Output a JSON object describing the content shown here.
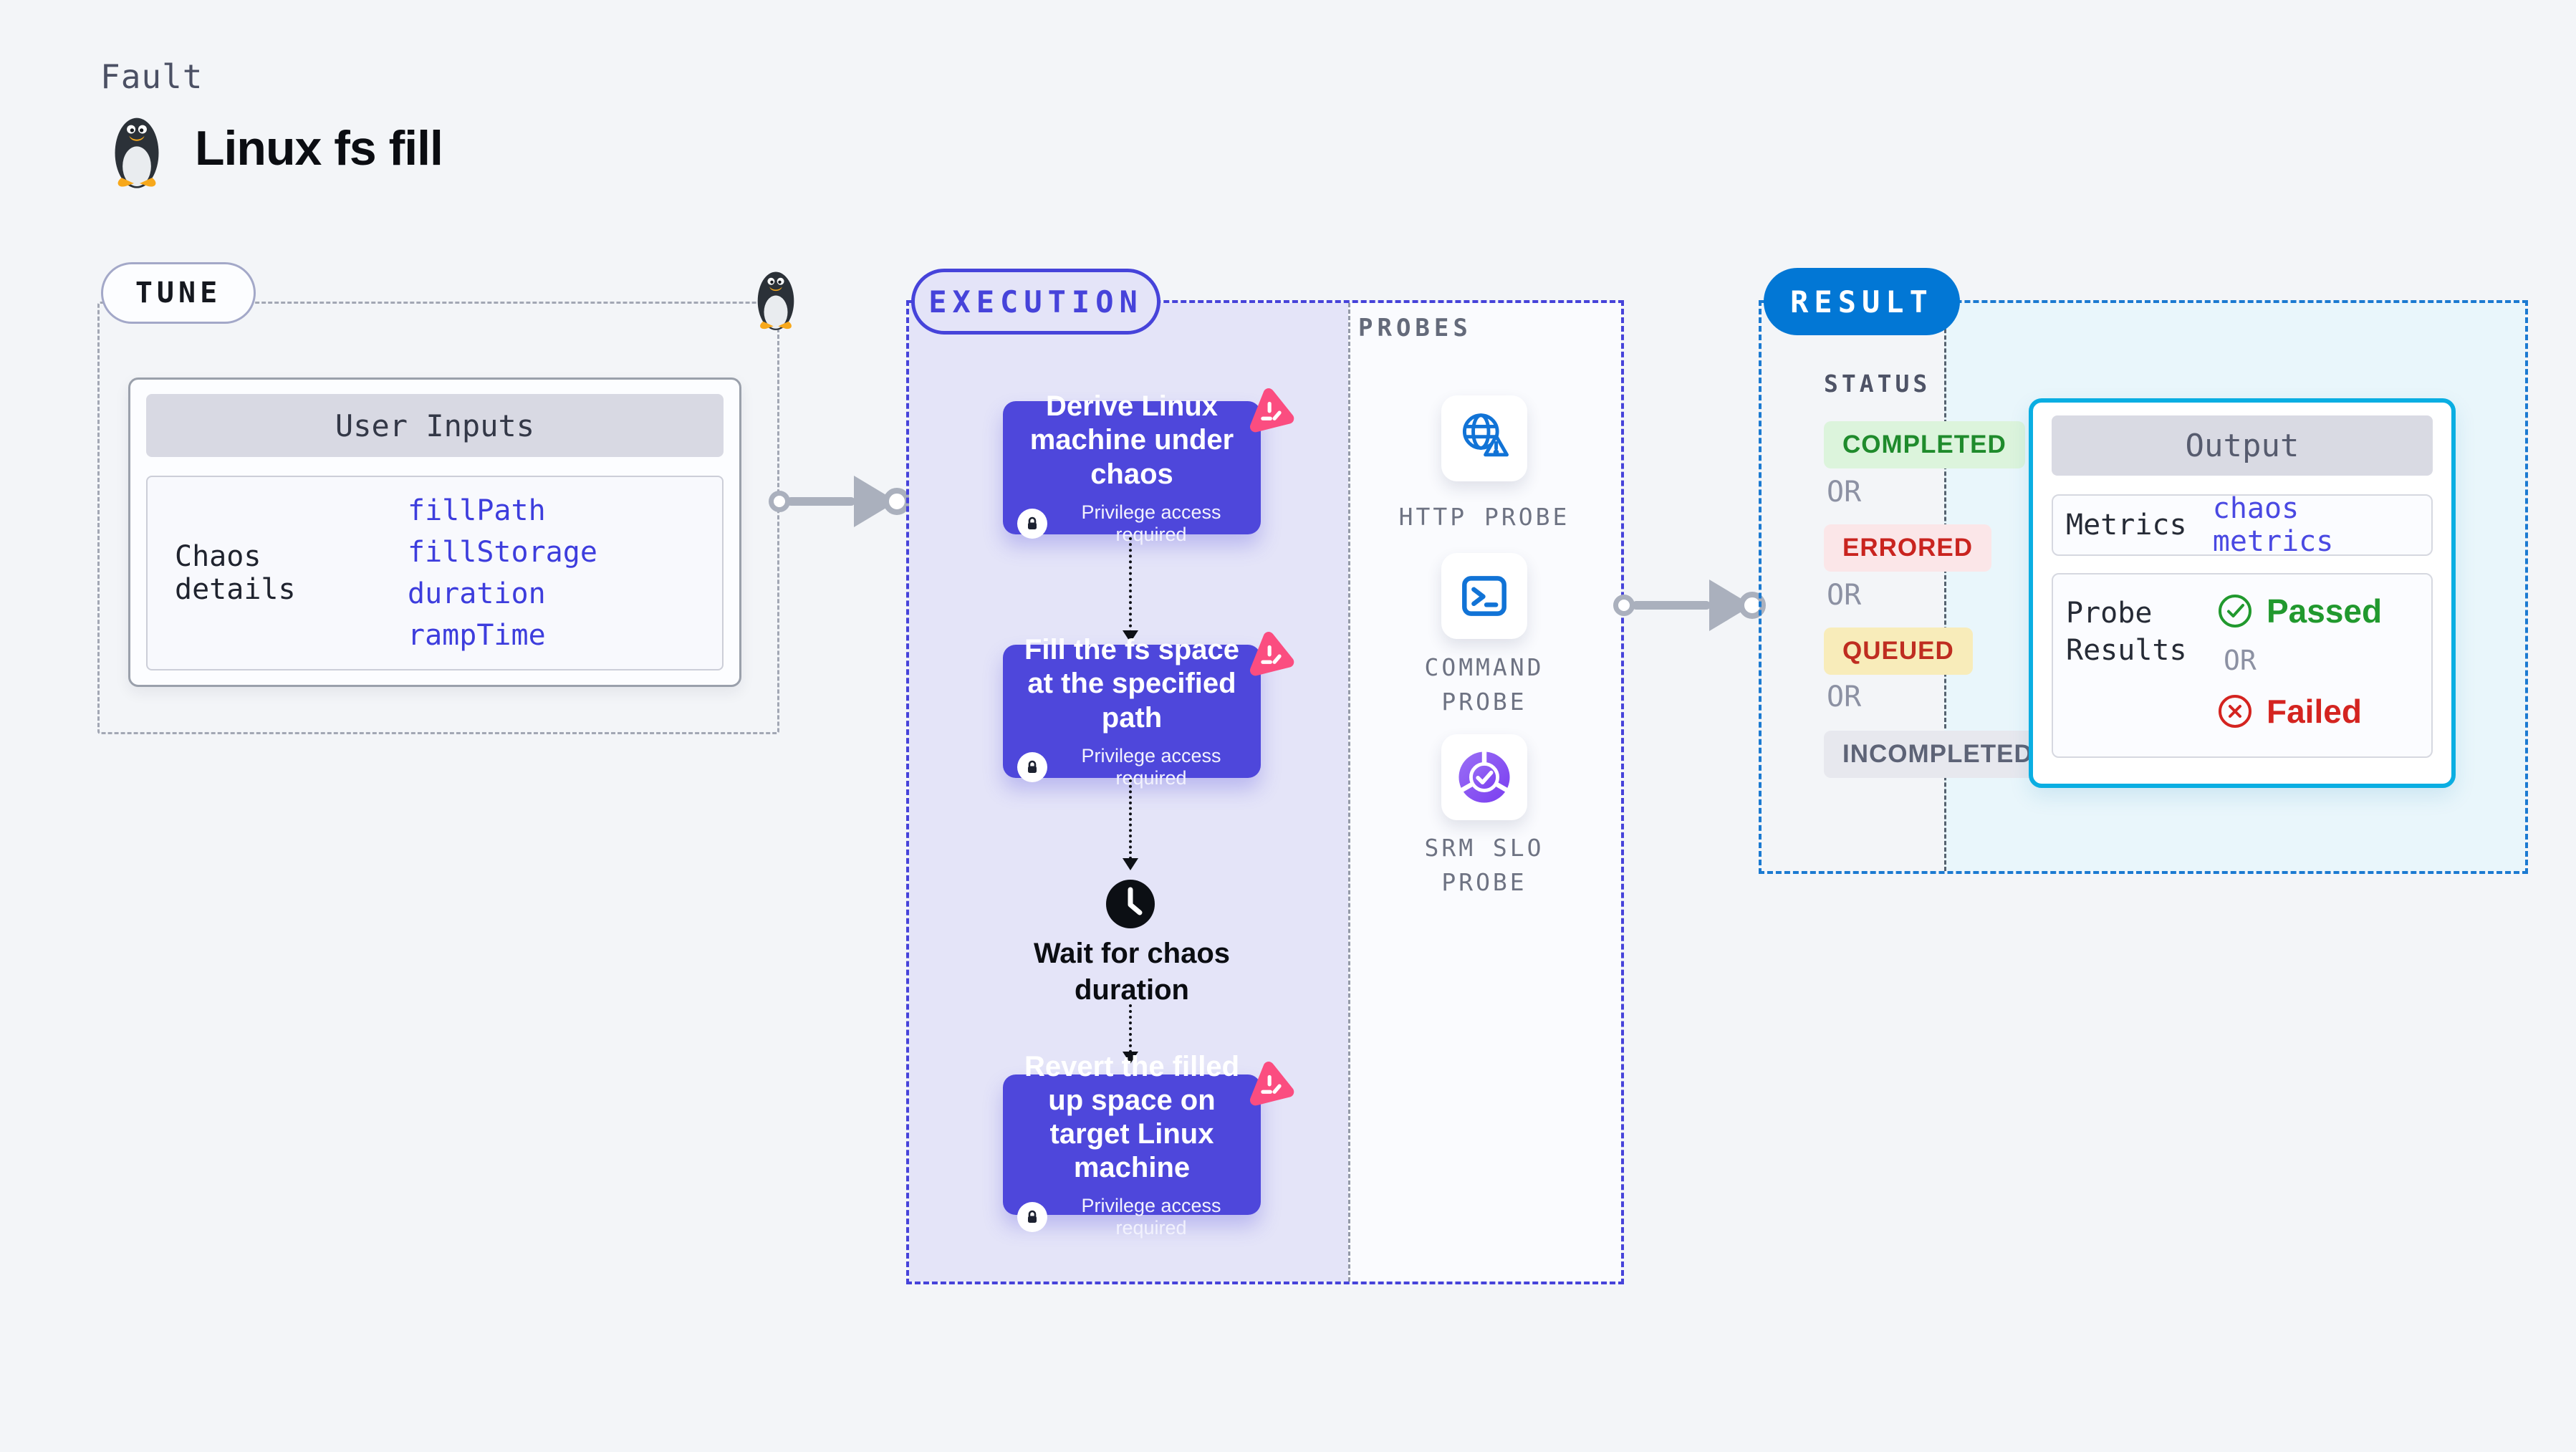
{
  "header": {
    "eyebrow": "Fault",
    "title": "Linux fs fill"
  },
  "tune": {
    "badge": "TUNE",
    "user_inputs": {
      "header": "User Inputs",
      "row_label": "Chaos details",
      "inputs": [
        "fillPath",
        "fillStorage",
        "duration",
        "rampTime"
      ]
    }
  },
  "execution": {
    "badge": "EXECUTION",
    "steps": [
      {
        "title": "Derive Linux machine under chaos",
        "badge": "Privilege access required"
      },
      {
        "title": "Fill the fs space at the specified path",
        "badge": "Privilege access required"
      },
      {
        "title": "Revert the filled up space on target Linux machine",
        "badge": "Privilege access required"
      }
    ],
    "wait_label": "Wait for chaos duration"
  },
  "probes": {
    "label": "PROBES",
    "items": [
      {
        "label": "HTTP PROBE"
      },
      {
        "label": "COMMAND PROBE"
      },
      {
        "label": "SRM SLO PROBE"
      }
    ]
  },
  "result": {
    "badge": "RESULT",
    "status_label": "STATUS",
    "or_label": "OR",
    "statuses": [
      {
        "label": "COMPLETED",
        "text_color": "#1f8b2c",
        "bg_color": "#dcf4dc"
      },
      {
        "label": "ERRORED",
        "text_color": "#c9241f",
        "bg_color": "#fbe6e8"
      },
      {
        "label": "QUEUED",
        "text_color": "#bf2d20",
        "bg_color": "#f8ecba"
      },
      {
        "label": "INCOMPLETED",
        "text_color": "#5d6376",
        "bg_color": "#e7e8ee"
      }
    ],
    "output": {
      "header": "Output",
      "metrics_label": "Metrics",
      "metrics_value": "chaos metrics",
      "probe_results_label": "Probe Results",
      "passed_label": "Passed",
      "failed_label": "Failed"
    }
  },
  "colors": {
    "accent_indigo": "#4643da",
    "accent_blue": "#0277d5",
    "accent_cyan": "#0aaee2",
    "link_blue": "#3d3ddd",
    "step_purple": "#4e47db",
    "logo_pink": "#fb4d80",
    "passed_green": "#21992e",
    "failed_red": "#d42420"
  }
}
